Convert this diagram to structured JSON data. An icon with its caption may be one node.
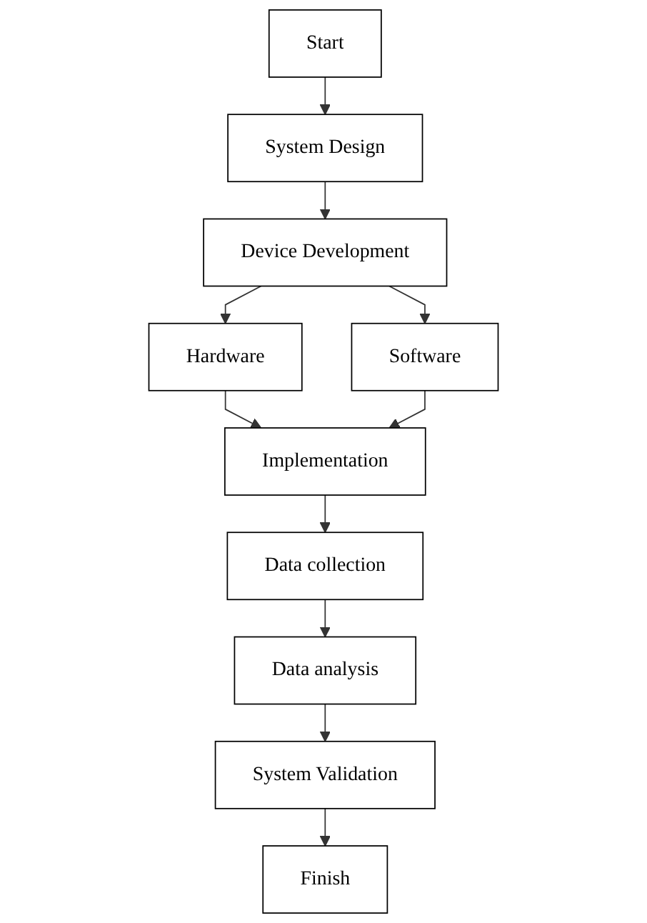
{
  "diagram": {
    "nodes": [
      {
        "text": [
          "Start"
        ]
      },
      {
        "text": [
          "System Design"
        ]
      },
      {
        "text": [
          "Device Development"
        ]
      },
      {
        "text": [
          "Hardware"
        ]
      },
      {
        "text": [
          "Software"
        ]
      },
      {
        "text": [
          "Implementation"
        ]
      },
      {
        "text": [
          "Data collection"
        ]
      },
      {
        "text": [
          "Data analysis"
        ]
      },
      {
        "text": [
          "System Validation"
        ]
      },
      {
        "text": [
          "Finish"
        ]
      }
    ],
    "edges": [
      {
        "from": 0,
        "to": 1,
        "arrow": "to"
      },
      {
        "from": 1,
        "to": 2,
        "arrow": "to"
      },
      {
        "from": 2,
        "to": 3,
        "arrow": "to"
      },
      {
        "from": 2,
        "to": 4,
        "arrow": "to"
      },
      {
        "from": 3,
        "to": 5,
        "arrow": "to"
      },
      {
        "from": 4,
        "to": 5,
        "arrow": "to"
      },
      {
        "from": 5,
        "to": 6,
        "arrow": "to"
      },
      {
        "from": 6,
        "to": 7,
        "arrow": "to"
      },
      {
        "from": 7,
        "to": 8,
        "arrow": "to"
      },
      {
        "from": 8,
        "to": 9,
        "arrow": "to"
      }
    ]
  }
}
